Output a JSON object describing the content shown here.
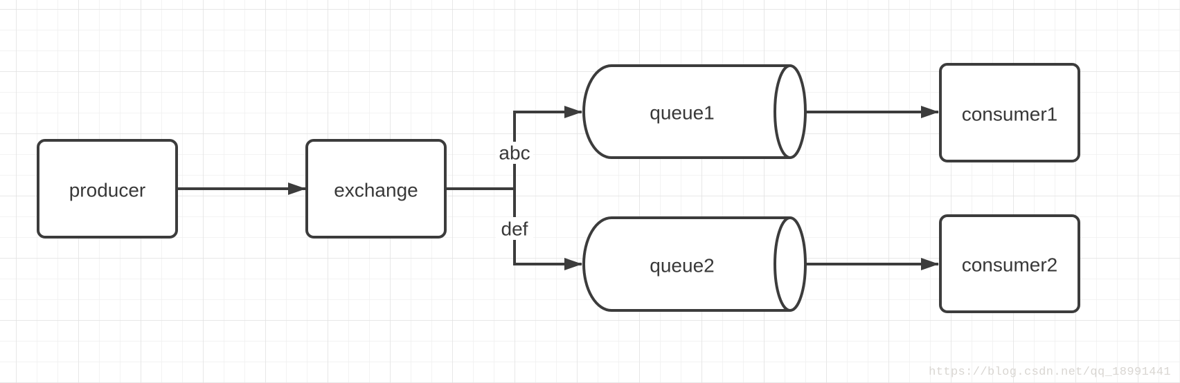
{
  "diagram": {
    "nodes": {
      "producer": {
        "label": "producer"
      },
      "exchange": {
        "label": "exchange"
      },
      "queue1": {
        "label": "queue1"
      },
      "queue2": {
        "label": "queue2"
      },
      "consumer1": {
        "label": "consumer1"
      },
      "consumer2": {
        "label": "consumer2"
      }
    },
    "edges": {
      "exchange_to_queue1": {
        "label": "abc"
      },
      "exchange_to_queue2": {
        "label": "def"
      }
    }
  },
  "watermark": {
    "text": "https://blog.csdn.net/qq_18991441"
  },
  "colors": {
    "stroke": "#3c3c3c",
    "text": "#383838",
    "grid-minor": "#efefef",
    "grid-major": "#e2e2e2",
    "watermark": "#d9d6d2",
    "background": "#ffffff"
  }
}
